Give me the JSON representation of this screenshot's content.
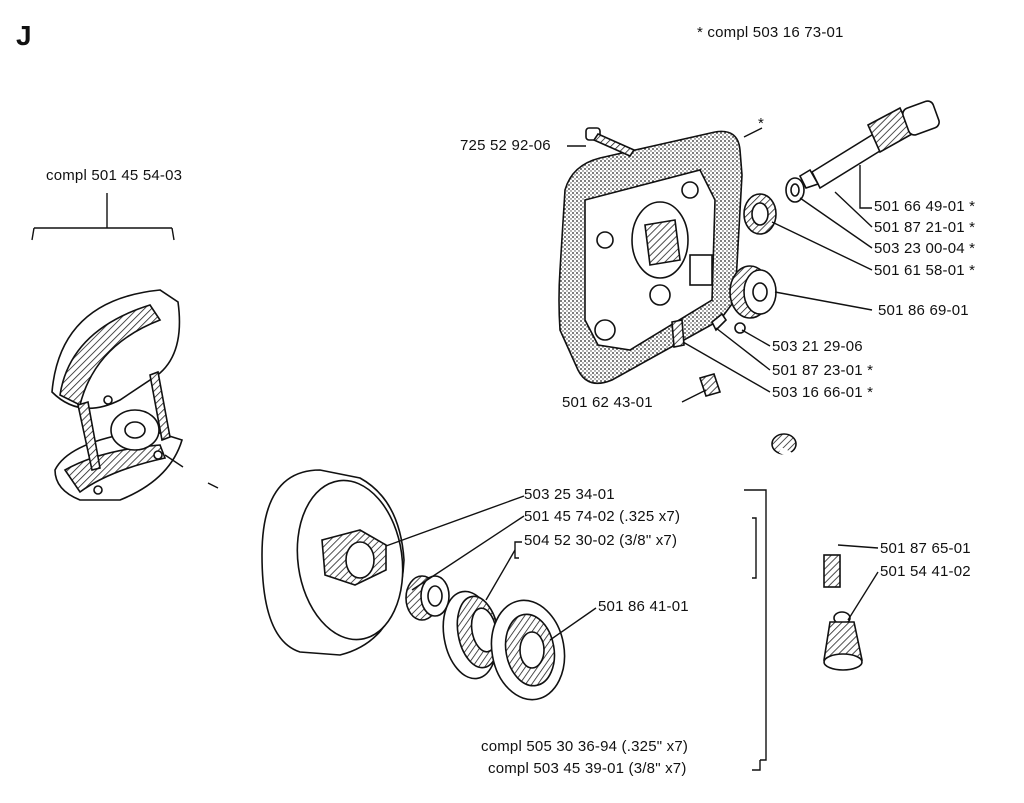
{
  "section_letter": "J",
  "kit_note": "* compl 503 16 73-01",
  "clutch_assembly_label": "compl 501 45 54-03",
  "labels": {
    "p725_52_92_06": "725 52 92-06",
    "asterisk_cover": "*",
    "p501_66_49_01": "501 66 49-01  *",
    "p501_87_21_01": "501 87 21-01  *",
    "p503_23_00_04": "503 23 00-04  *",
    "p501_61_58_01": "501 61 58-01  *",
    "p501_86_69_01": "501 86 69-01",
    "p503_21_29_06": "503 21 29-06",
    "p501_87_23_01": "501 87 23-01  *",
    "p503_16_66_01": "503 16 66-01  *",
    "p501_62_43_01": "501 62 43-01",
    "p503_25_34_01": "503 25 34-01",
    "p501_45_74_02": "501 45 74-02 (.325 x7)",
    "p504_52_30_02": "504 52 30-02 (3/8\" x7)",
    "p501_86_41_01": "501 86 41-01",
    "p501_87_65_01": "501 87 65-01",
    "p501_54_41_02": "501 54 41-02",
    "compl_505_30_36_94": "compl 505 30 36-94 (.325\" x7)",
    "compl_503_45_39_01": "compl 503 45 39-01 (3/8\" x7)"
  }
}
